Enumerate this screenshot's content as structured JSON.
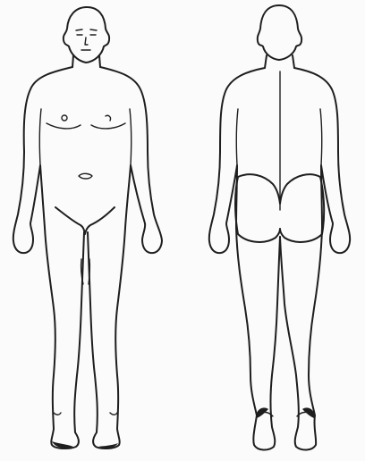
{
  "figure": {
    "views": [
      {
        "id": "front",
        "description_label": ""
      },
      {
        "id": "back",
        "description_label": ""
      }
    ],
    "colors": {
      "outline": "#1e1e1e",
      "background": "#fbfbfb",
      "bleed_text": "#d8d8d8"
    },
    "icons": [
      "body-front-figure",
      "body-back-figure"
    ]
  }
}
